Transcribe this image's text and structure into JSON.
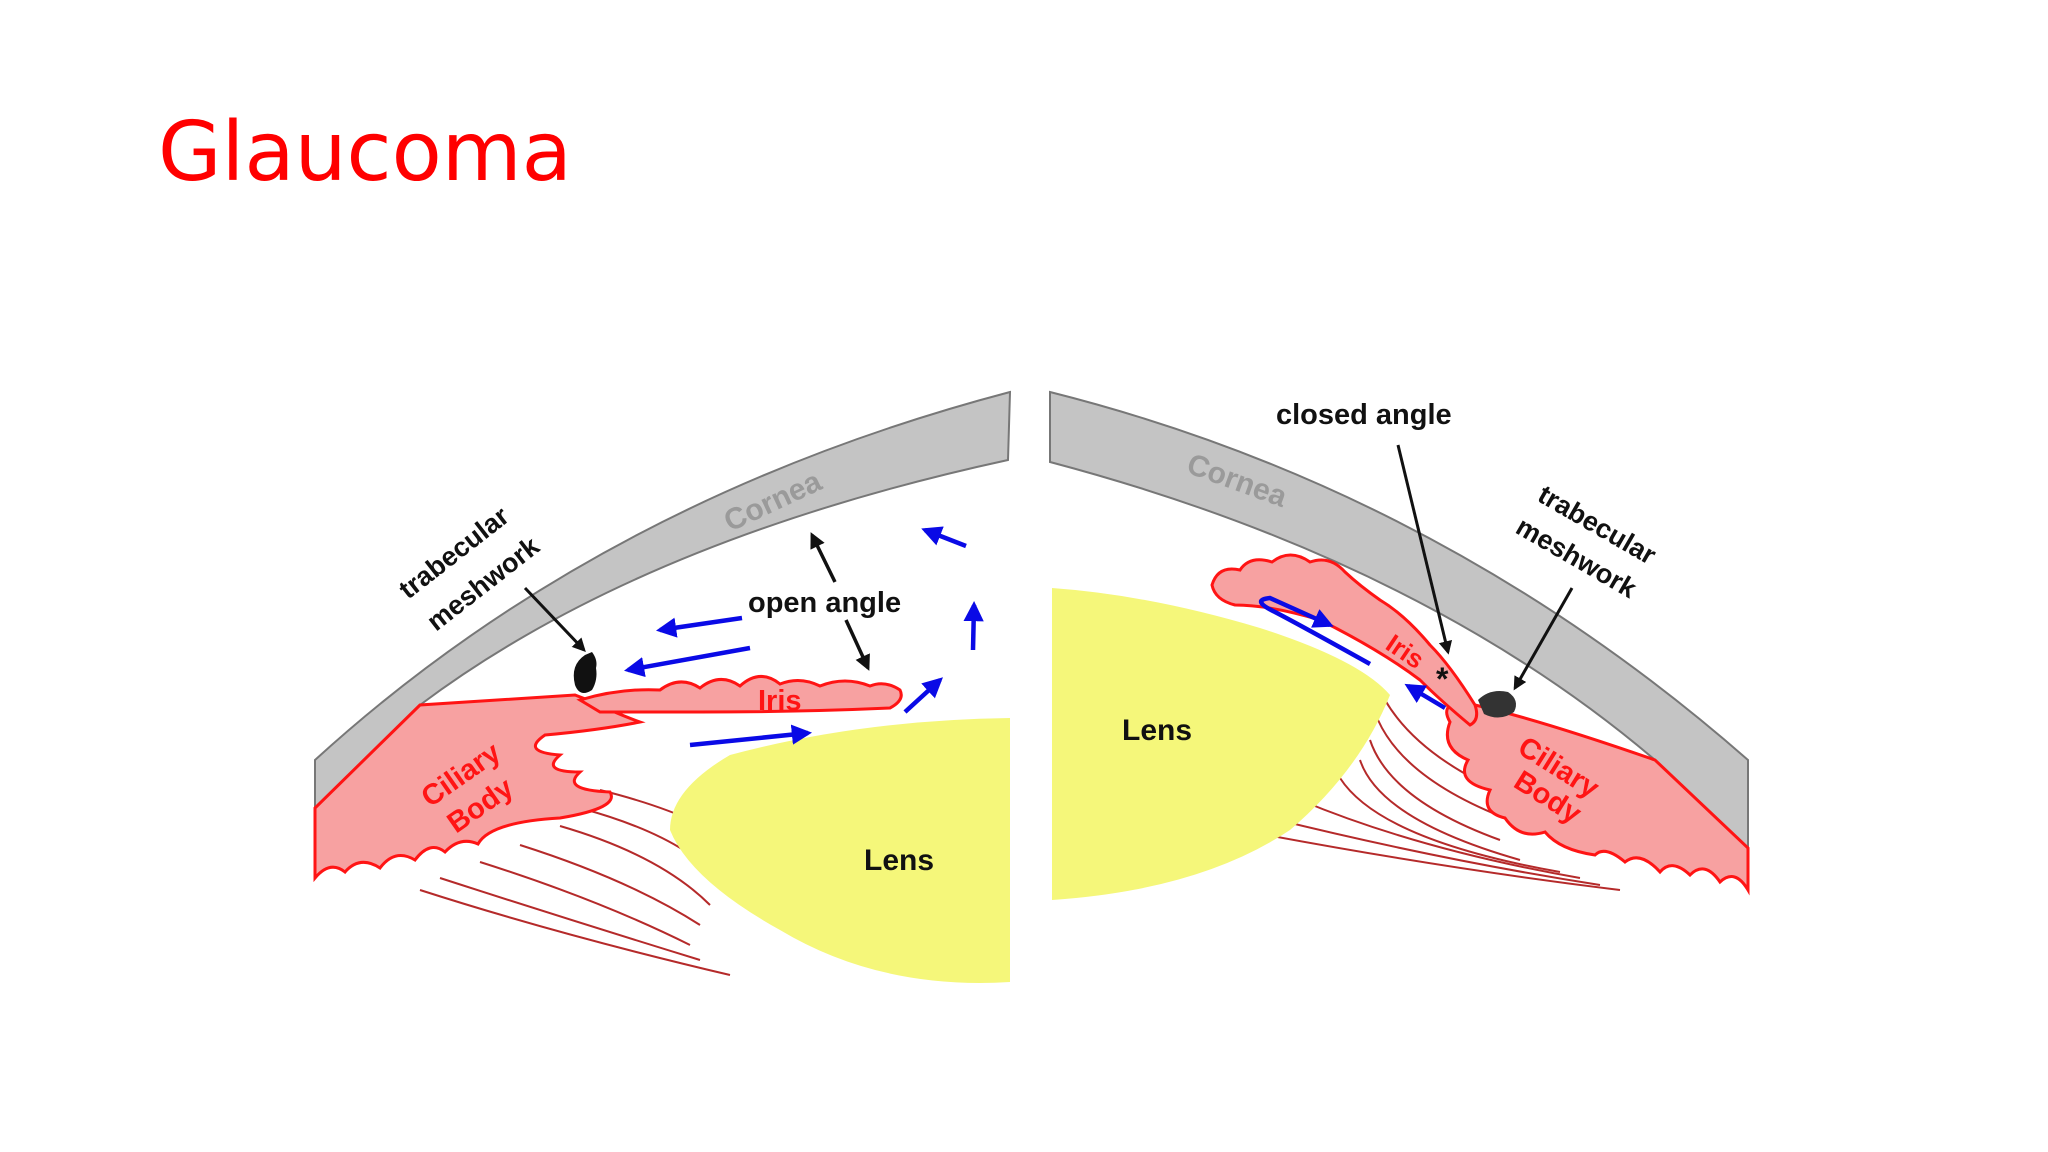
{
  "title": "Glaucoma",
  "colors": {
    "title": "#ff0000",
    "cornea_fill": "#c4c4c4",
    "cornea_text": "#9a9a9a",
    "tissue_fill": "#f7a1a1",
    "tissue_edge": "#ff1414",
    "tissue_text": "#ff1414",
    "lens_fill": "#f5f77a",
    "flow_arrow": "#0a0ae6",
    "label_text": "#111111"
  },
  "open_angle_eye": {
    "cornea_label": "Cornea",
    "iris_label": "Iris",
    "ciliary_label_line1": "Ciliary",
    "ciliary_label_line2": "Body",
    "lens_label": "Lens",
    "angle_label": "open angle",
    "meshwork_label_line1": "trabecular",
    "meshwork_label_line2": "meshwork"
  },
  "closed_angle_eye": {
    "cornea_label": "Cornea",
    "iris_label": "Iris",
    "ciliary_label_line1": "Ciliary",
    "ciliary_label_line2": "Body",
    "lens_label": "Lens",
    "angle_label": "closed angle",
    "meshwork_label_line1": "trabecular",
    "meshwork_label_line2": "meshwork",
    "angle_marker": "*"
  }
}
